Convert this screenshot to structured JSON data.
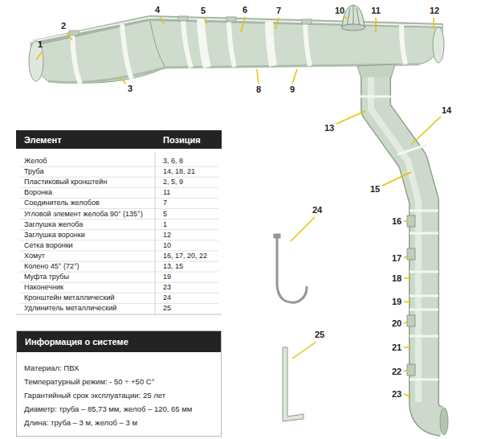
{
  "diagram": {
    "nodes": [
      {
        "text": [
          "Информация о системе",
          "Материал: ПВХ",
          "Температурный режим: - 50 ÷ +50 С°",
          "Гарантийный срок эксплуатации: 25 лет",
          "Диаметр: труба – 85,73 мм, желоб – 120, 65 мм",
          "Длина: труба – 3 м, желоб – 3 м"
        ]
      }
    ],
    "labels": [
      "Элемент",
      "Позиция",
      "Желоб",
      "3, 6, 8",
      "Труба",
      "14, 18, 21",
      "Пластиковый кронштейн",
      "2, 5, 9",
      "Воронка",
      "11",
      "Соединитель желобов",
      "7",
      "Угловой элемент желоба 90° (135°)",
      "5",
      "Заглушка желоба",
      "1",
      "Заглушка воронки",
      "12",
      "Сетка воронки",
      "10",
      "Хомут",
      "16, 17, 20, 22",
      "Колено 45° (72°)",
      "13, 15",
      "Муфта трубы",
      "19",
      "Наконечник",
      "23",
      "Кронштейн металлический",
      "24",
      "Удлинитель металлический",
      "25",
      "1",
      "2",
      "3",
      "4",
      "5",
      "6",
      "7",
      "8",
      "9",
      "10",
      "11",
      "12",
      "13",
      "14",
      "15",
      "16",
      "17",
      "18",
      "19",
      "20",
      "21",
      "22",
      "23",
      "24",
      "25"
    ]
  }
}
